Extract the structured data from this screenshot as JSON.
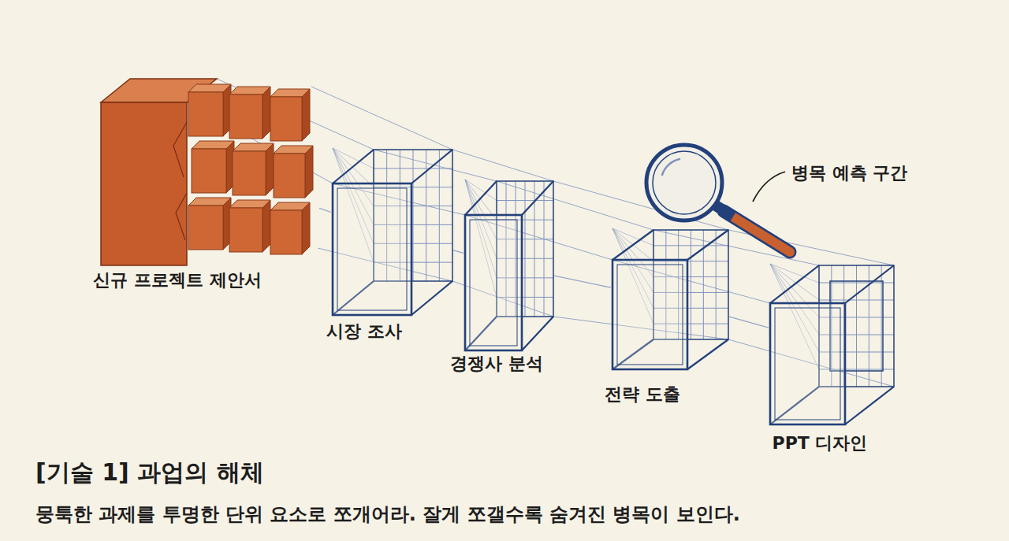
{
  "diagram": {
    "title": "[기술 1] 과업의 해체",
    "caption": "뭉툭한 과제를 투명한 단위 요소로 쪼개어라. 잘게 쪼갤수록 숨겨진 병목이 보인다.",
    "nodes": [
      {
        "text": [
          "신규 프로젝트 제안서"
        ]
      },
      {
        "text": [
          "시장 조사"
        ]
      },
      {
        "text": [
          "경쟁사 분석"
        ]
      },
      {
        "text": [
          "전략 도출"
        ]
      },
      {
        "text": [
          "PPT 디자인"
        ]
      }
    ],
    "edges": [
      {
        "from": 0,
        "to": 1,
        "arrow": "none"
      },
      {
        "from": 1,
        "to": 2,
        "arrow": "none"
      },
      {
        "from": 2,
        "to": 3,
        "arrow": "none"
      },
      {
        "from": 3,
        "to": 4,
        "arrow": "none"
      }
    ],
    "labels": [
      "병목 예측 구간"
    ]
  }
}
